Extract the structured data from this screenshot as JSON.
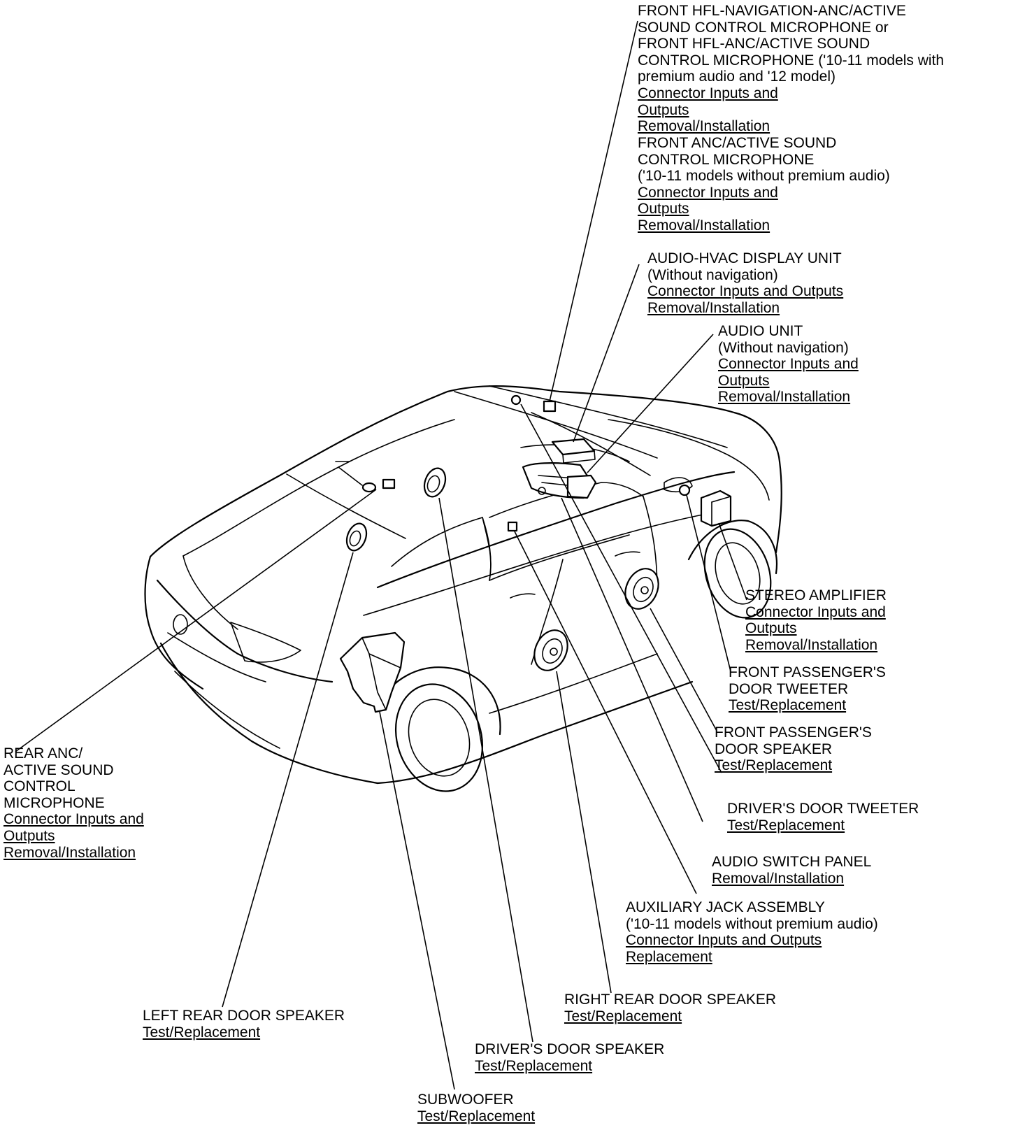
{
  "callouts": {
    "front_hfl_mic": {
      "lines": [
        "FRONT HFL-NAVIGATION-ANC/ACTIVE",
        "SOUND CONTROL MICROPHONE or",
        "FRONT HFL-ANC/ACTIVE SOUND",
        "CONTROL MICROPHONE ('10-11 models with",
        "premium audio and '12 model)"
      ],
      "links": [
        "Connector Inputs and",
        "Outputs",
        "Removal/Installation"
      ]
    },
    "front_anc_mic": {
      "lines": [
        "FRONT ANC/ACTIVE SOUND",
        "CONTROL MICROPHONE",
        "('10-11 models without premium audio)"
      ],
      "links": [
        "Connector Inputs and",
        "Outputs",
        "Removal/Installation"
      ]
    },
    "audio_hvac_display": {
      "lines": [
        "AUDIO-HVAC DISPLAY UNIT",
        "(Without navigation)"
      ],
      "links": [
        "Connector Inputs and Outputs",
        "Removal/Installation"
      ]
    },
    "audio_unit": {
      "lines": [
        "AUDIO UNIT",
        "(Without navigation)"
      ],
      "links": [
        "Connector Inputs and",
        "Outputs",
        "Removal/Installation"
      ]
    },
    "stereo_amplifier": {
      "lines": [
        "STEREO AMPLIFIER"
      ],
      "links": [
        "Connector Inputs and",
        "Outputs",
        "Removal/Installation"
      ]
    },
    "front_pass_tweeter": {
      "lines": [
        "FRONT PASSENGER'S",
        "DOOR TWEETER"
      ],
      "links": [
        "Test/Replacement"
      ]
    },
    "front_pass_speaker": {
      "lines": [
        "FRONT PASSENGER'S",
        "DOOR SPEAKER"
      ],
      "links": [
        "Test/Replacement"
      ]
    },
    "driver_tweeter": {
      "lines": [
        "DRIVER'S DOOR TWEETER"
      ],
      "links": [
        "Test/Replacement"
      ]
    },
    "audio_switch_panel": {
      "lines": [
        "AUDIO SWITCH PANEL"
      ],
      "links": [
        "Removal/Installation"
      ]
    },
    "aux_jack": {
      "lines": [
        "AUXILIARY JACK ASSEMBLY",
        "('10-11 models without premium audio)"
      ],
      "links": [
        "Connector Inputs and Outputs",
        "Replacement"
      ]
    },
    "right_rear_speaker": {
      "lines": [
        "RIGHT REAR DOOR SPEAKER"
      ],
      "links": [
        "Test/Replacement"
      ]
    },
    "driver_speaker": {
      "lines": [
        "DRIVER'S DOOR SPEAKER"
      ],
      "links": [
        "Test/Replacement"
      ]
    },
    "subwoofer": {
      "lines": [
        "SUBWOOFER"
      ],
      "links": [
        "Test/Replacement"
      ]
    },
    "left_rear_speaker": {
      "lines": [
        "LEFT REAR DOOR SPEAKER"
      ],
      "links": [
        "Test/Replacement"
      ]
    },
    "rear_anc_mic": {
      "lines": [
        "REAR ANC/",
        "ACTIVE SOUND",
        "CONTROL",
        "MICROPHONE"
      ],
      "links": [
        "Connector Inputs and",
        "Outputs",
        "Removal/Installation"
      ]
    }
  }
}
